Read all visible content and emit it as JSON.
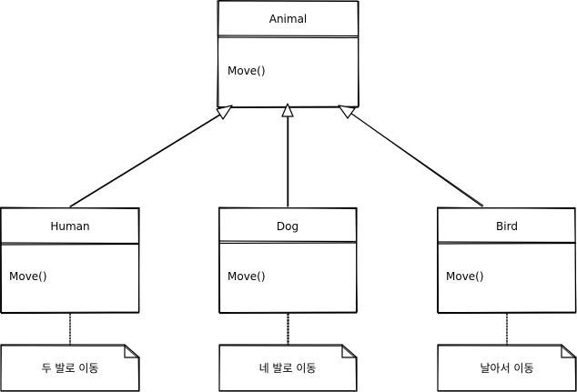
{
  "diagram": {
    "parent": {
      "name": "Animal",
      "method": "Move()"
    },
    "children": [
      {
        "name": "Human",
        "method": "Move()",
        "note": "두 발로 이동"
      },
      {
        "name": "Dog",
        "method": "Move()",
        "note": "네 발로 이동"
      },
      {
        "name": "Bird",
        "method": "Move()",
        "note": "날아서 이동"
      }
    ]
  }
}
